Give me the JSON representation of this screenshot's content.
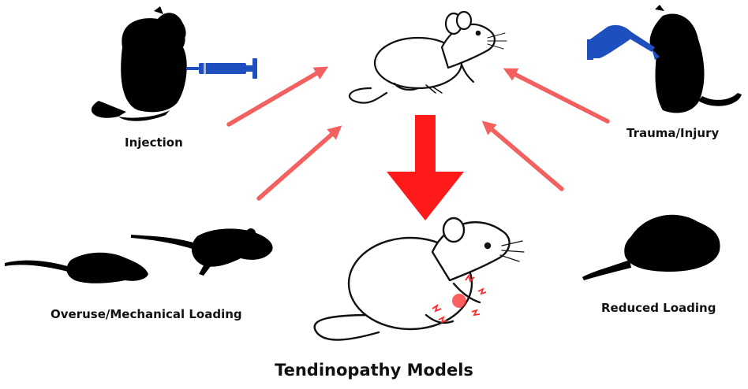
{
  "labels": {
    "injection": "Injection",
    "trauma": "Trauma/Injury",
    "overuse": "Overuse/Mechanical Loading",
    "reduced": "Reduced Loading",
    "title": "Tendinopathy Models"
  },
  "colors": {
    "silhouette": "#000000",
    "instrument": "#1e4fbf",
    "arrow_light": "#f26060",
    "arrow_main": "#ff1a1a",
    "injury": "#ff2a2a"
  },
  "icons": {
    "injection": "syringe-icon",
    "trauma": "hand-scalpel-icon"
  }
}
